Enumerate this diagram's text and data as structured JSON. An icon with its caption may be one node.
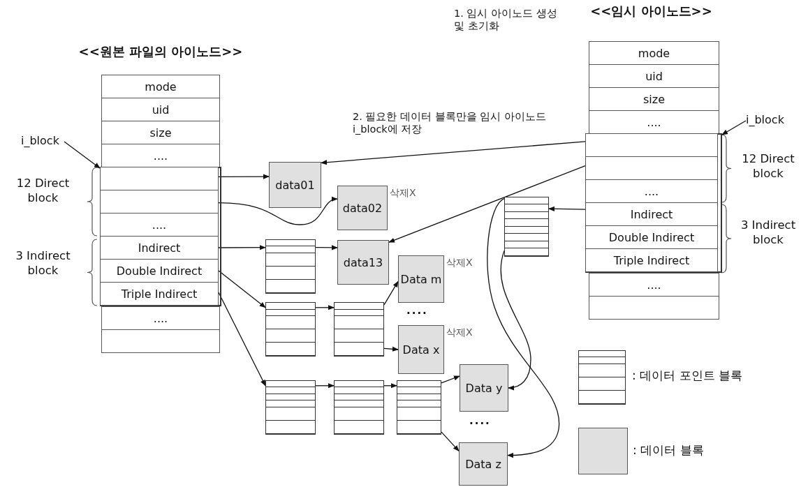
{
  "diagram": {
    "nodes": [
      {
        "text": [
          "<<원본 파일의 아이노드>>"
        ]
      },
      {
        "text": [
          "mode"
        ],
        "in": 0
      },
      {
        "text": [
          "uid"
        ],
        "in": 0
      },
      {
        "text": [
          "size"
        ],
        "in": 0
      },
      {
        "text": [
          "...."
        ],
        "in": 0
      },
      {
        "text": [],
        "shape": "box",
        "in": 0
      },
      {
        "text": [],
        "shape": "box",
        "in": 5
      },
      {
        "text": [],
        "shape": "box",
        "in": 5
      },
      {
        "text": [
          "...."
        ],
        "in": 5
      },
      {
        "text": [
          "Indirect"
        ],
        "in": 5
      },
      {
        "text": [
          "Double Indirect"
        ],
        "in": 5
      },
      {
        "text": [
          "Triple Indirect"
        ],
        "in": 5
      },
      {
        "text": [
          "...."
        ],
        "in": 0
      },
      {
        "text": [],
        "shape": "box",
        "in": 0
      },
      {
        "text": [
          "<<임시 아이노드>>"
        ]
      },
      {
        "text": [
          "mode"
        ],
        "in": 14
      },
      {
        "text": [
          "uid"
        ],
        "in": 14
      },
      {
        "text": [
          "size"
        ],
        "in": 14
      },
      {
        "text": [
          "...."
        ],
        "in": 14
      },
      {
        "text": [],
        "shape": "box",
        "in": 14
      },
      {
        "text": [],
        "shape": "box",
        "in": 19
      },
      {
        "text": [],
        "shape": "box",
        "in": 19
      },
      {
        "text": [
          "...."
        ],
        "in": 19
      },
      {
        "text": [
          "Indirect"
        ],
        "in": 19
      },
      {
        "text": [
          "Double Indirect"
        ],
        "in": 19
      },
      {
        "text": [
          "Triple Indirect"
        ],
        "in": 19
      },
      {
        "text": [
          "...."
        ],
        "in": 14
      },
      {
        "text": [],
        "shape": "box",
        "in": 14
      },
      {
        "text": [
          "i_block"
        ]
      },
      {
        "text": [
          "i_block"
        ]
      },
      {
        "text": [
          "data01"
        ]
      },
      {
        "text": [
          "data02"
        ],
        "beside": [
          "삭제X"
        ]
      },
      {
        "text": [
          "data13"
        ]
      },
      {
        "text": [
          "Data m"
        ],
        "beside": [
          "삭제X"
        ]
      },
      {
        "text": [
          "Data x"
        ],
        "beside": [
          "삭제X"
        ]
      },
      {
        "text": [
          "Data y"
        ]
      },
      {
        "text": [
          "Data z"
        ]
      },
      {
        "text": [],
        "shape": "box"
      },
      {
        "text": [],
        "shape": "box"
      },
      {
        "text": [],
        "shape": "box"
      },
      {
        "text": [],
        "shape": "box"
      },
      {
        "text": [],
        "shape": "box"
      },
      {
        "text": [],
        "shape": "box"
      },
      {
        "text": [],
        "shape": "box"
      }
    ],
    "edges": [
      {
        "from": 28,
        "to": 5,
        "arrow": "to"
      },
      {
        "from": 6,
        "to": 30,
        "arrow": "to"
      },
      {
        "from": 7,
        "to": 31,
        "arrow": "to"
      },
      {
        "from": 9,
        "to": 37,
        "arrow": "to"
      },
      {
        "from": 37,
        "to": 32,
        "arrow": "to"
      },
      {
        "from": 10,
        "to": 38,
        "arrow": "to"
      },
      {
        "from": 38,
        "to": 39,
        "arrow": "to"
      },
      {
        "from": 39,
        "to": 33,
        "arrow": "to"
      },
      {
        "from": 39,
        "to": 34,
        "arrow": "to"
      },
      {
        "from": 11,
        "to": 40,
        "arrow": "to"
      },
      {
        "from": 40,
        "to": 41,
        "arrow": "to"
      },
      {
        "from": 41,
        "to": 42,
        "arrow": "to"
      },
      {
        "from": 42,
        "to": 35,
        "arrow": "to"
      },
      {
        "from": 42,
        "to": 36,
        "arrow": "to"
      },
      {
        "from": 29,
        "to": 19,
        "arrow": "to"
      },
      {
        "from": 20,
        "to": 30,
        "arrow": "to"
      },
      {
        "from": 21,
        "to": 32,
        "arrow": "to"
      },
      {
        "from": 23,
        "to": 43,
        "arrow": "to"
      },
      {
        "from": 43,
        "to": 35,
        "arrow": "to"
      },
      {
        "from": 43,
        "to": 36,
        "arrow": "to"
      }
    ],
    "labels": [
      "1. 임시 아이노드 생성 및 초기화",
      "2. 필요한 데이터 블록만을 임시 아이노드 i_block에 저장",
      "12 Direct block",
      "3 Indirect block",
      "12 Direct block",
      "3 Indirect block",
      "....",
      "...."
    ],
    "legend": [
      {
        "text": ": 데이터 포인트 블록"
      },
      {
        "text": ": 데이터 블록",
        "color": "#e0e0e0"
      }
    ]
  }
}
